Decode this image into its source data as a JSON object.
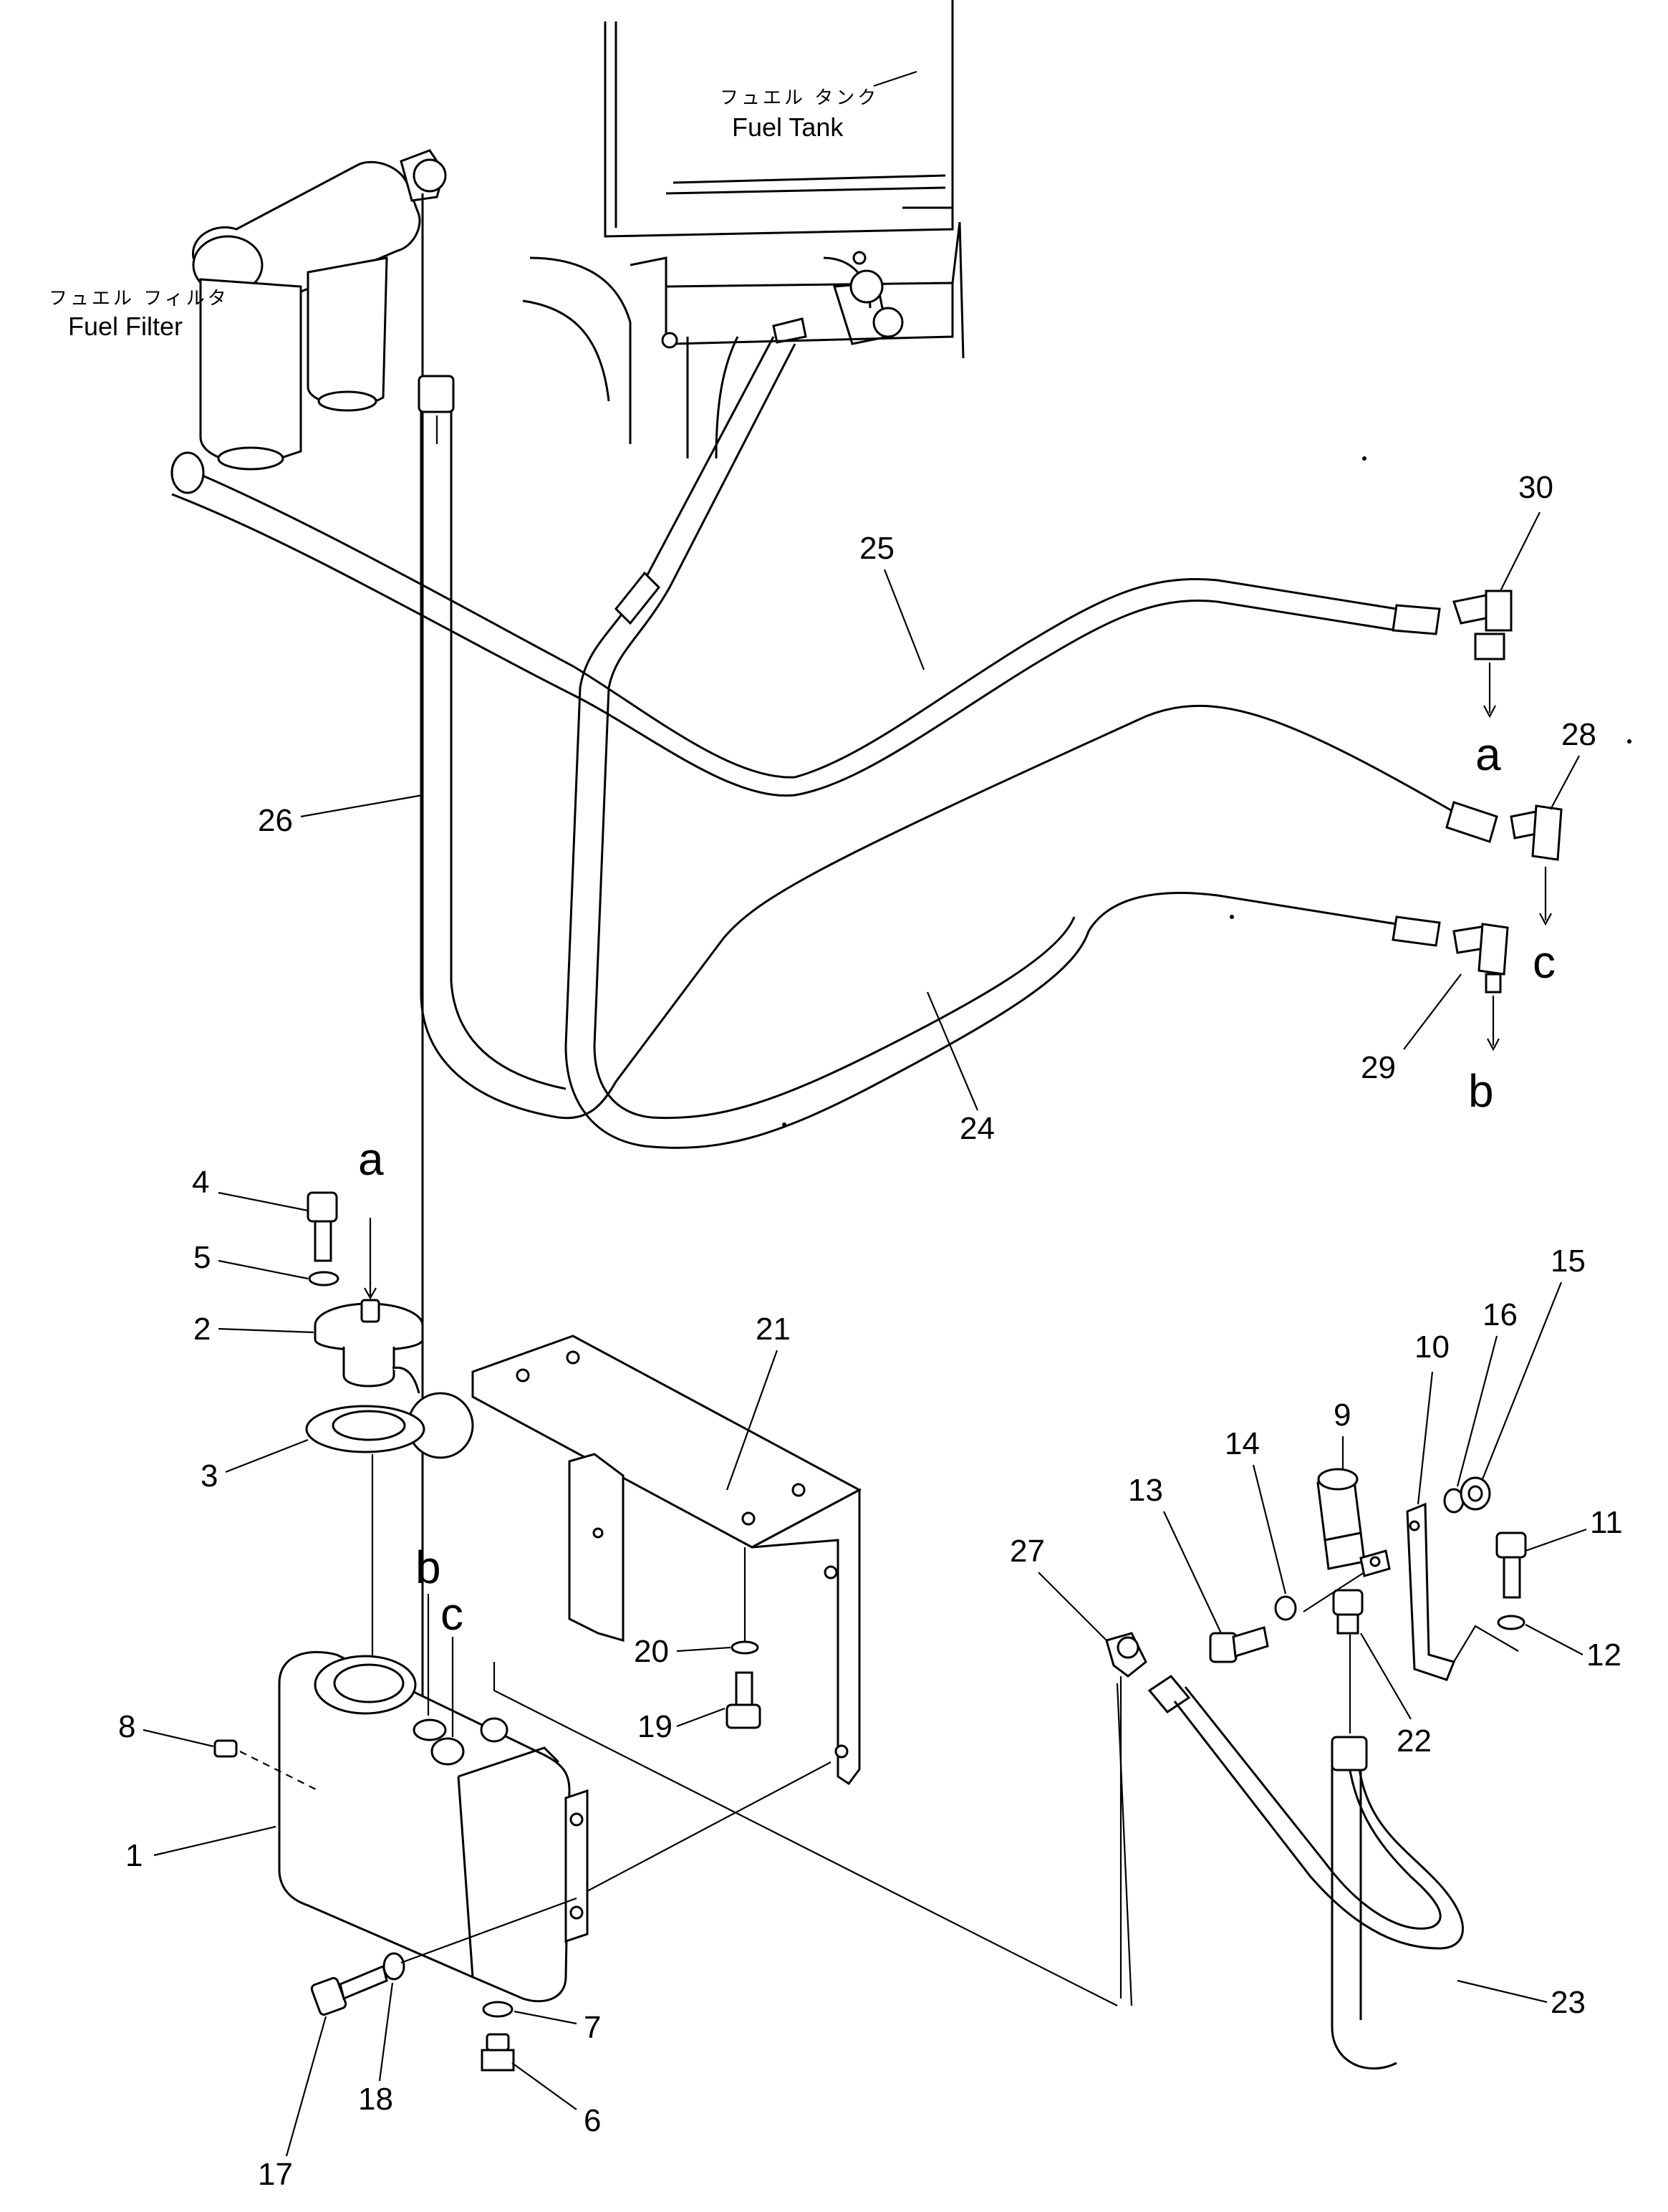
{
  "labels": {
    "fuel_tank_jp": "フュエル タンク",
    "fuel_tank_en": "Fuel Tank",
    "fuel_filter_jp": "フュエル フィルタ",
    "fuel_filter_en": "Fuel Filter"
  },
  "part_numbers": [
    "1",
    "2",
    "3",
    "4",
    "5",
    "6",
    "7",
    "8",
    "9",
    "10",
    "11",
    "12",
    "13",
    "14",
    "15",
    "16",
    "17",
    "18",
    "19",
    "20",
    "21",
    "22",
    "23",
    "24",
    "25",
    "26",
    "27",
    "28",
    "29",
    "30"
  ],
  "connection_letters": [
    "a",
    "b",
    "c"
  ]
}
